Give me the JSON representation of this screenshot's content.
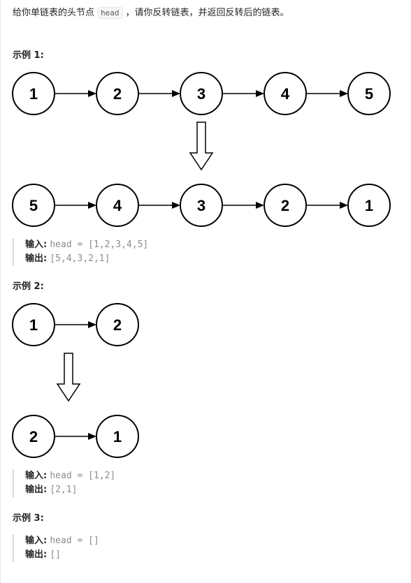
{
  "description": {
    "before": "给你单链表的头节点",
    "code": "head",
    "after": "，请你反转链表，并返回反转后的链表。"
  },
  "examples": [
    {
      "title": "示例 1:",
      "input_list": [
        "1",
        "2",
        "3",
        "4",
        "5"
      ],
      "output_list": [
        "5",
        "4",
        "3",
        "2",
        "1"
      ],
      "input_label": "输入:",
      "input_value": "head = [1,2,3,4,5]",
      "output_label": "输出:",
      "output_value": "[5,4,3,2,1]"
    },
    {
      "title": "示例 2:",
      "input_list": [
        "1",
        "2"
      ],
      "output_list": [
        "2",
        "1"
      ],
      "input_label": "输入:",
      "input_value": "head = [1,2]",
      "output_label": "输出:",
      "output_value": "[2,1]"
    },
    {
      "title": "示例 3:",
      "input_label": "输入:",
      "input_value": "head = []",
      "output_label": "输出:",
      "output_value": "[]"
    }
  ]
}
